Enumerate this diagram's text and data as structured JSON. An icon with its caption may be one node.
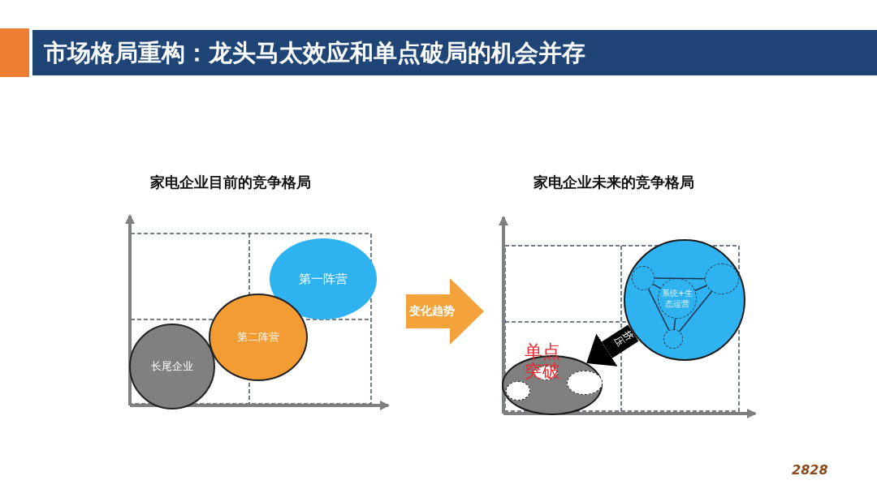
{
  "diagram": {
    "title": "市场格局重构：龙头马太效应和单点破局的机会并存",
    "nodes": [
      {
        "text": [
          "第一阵营"
        ]
      },
      {
        "text": [
          "第二阵营"
        ]
      },
      {
        "text": [
          "长尾企业"
        ]
      },
      {
        "text": [
          "变化趋势"
        ]
      },
      {
        "text": [],
        "shape": "circle"
      },
      {
        "text": [
          "系统+生态运营"
        ],
        "in": 4
      },
      {
        "text": [],
        "shape": "circle",
        "in": 4
      },
      {
        "text": [],
        "shape": "circle",
        "in": 4
      },
      {
        "text": [],
        "shape": "circle",
        "in": 4
      },
      {
        "text": [
          "单点突破"
        ]
      },
      {
        "text": [],
        "shape": "circle",
        "in": 9
      },
      {
        "text": [],
        "shape": "circle",
        "in": 9
      },
      {
        "text": [],
        "shape": "circle",
        "in": 9
      }
    ],
    "edges": [
      {
        "from": 6,
        "to": 7,
        "arrow": "none"
      },
      {
        "from": 6,
        "to": 8,
        "arrow": "none"
      },
      {
        "from": 7,
        "to": 8,
        "arrow": "none"
      },
      {
        "from": 5,
        "to": 6,
        "arrow": "none"
      },
      {
        "from": 5,
        "to": 7,
        "arrow": "none"
      },
      {
        "from": 5,
        "to": 8,
        "arrow": "none"
      },
      {
        "from": 4,
        "to": 9,
        "arrow": "to",
        "label": "挤压",
        "style": "thick",
        "color": "#000000"
      }
    ],
    "labels": [
      "家电企业目前的竞争格局",
      "家电企业未来的竞争格局",
      "2828"
    ]
  }
}
